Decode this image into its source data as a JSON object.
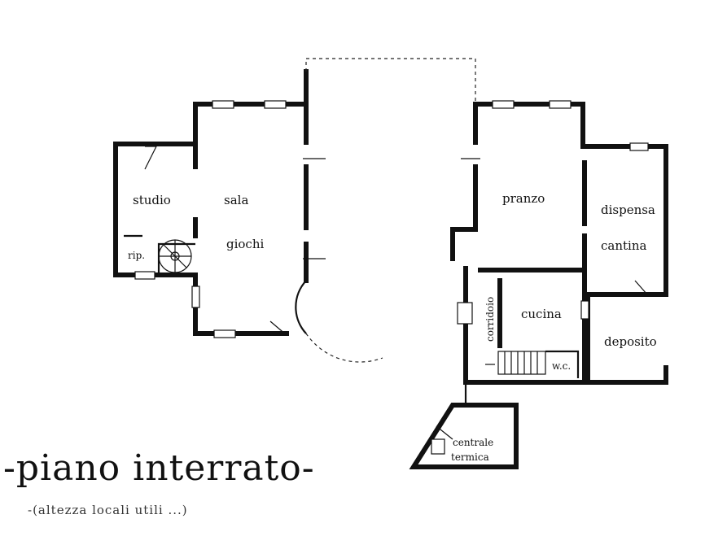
{
  "plan": {
    "title": "-piano interrato-",
    "subtitle": "-(altezza locali utili ...)",
    "rooms": {
      "studio": "studio",
      "sala": "sala",
      "giochi": "giochi",
      "rip": "rip.",
      "pranzo": "pranzo",
      "dispensa": "dispensa",
      "cantina": "cantina",
      "corridoio": "corridoio",
      "cucina": "cucina",
      "deposito": "deposito",
      "wc": "w.c.",
      "centrale": "centrale",
      "termica": "termica"
    }
  }
}
